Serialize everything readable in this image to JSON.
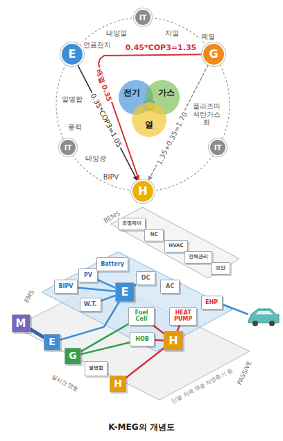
{
  "diagram": {
    "caption": "K-MEG의 개념도",
    "nodes": [
      {
        "text": [
          "E"
        ]
      },
      {
        "text": [
          "G"
        ]
      },
      {
        "text": [
          "H"
        ]
      },
      {
        "text": [
          "IT"
        ]
      },
      {
        "text": [
          "IT"
        ]
      },
      {
        "text": [
          "IT"
        ]
      },
      {
        "text": [
          "전기"
        ]
      },
      {
        "text": [
          "가스"
        ]
      },
      {
        "text": [
          "열"
        ]
      },
      {
        "text": [
          "BIPV"
        ]
      },
      {
        "text": [
          "PV"
        ]
      },
      {
        "text": [
          "Battery"
        ]
      },
      {
        "text": [
          "W.T."
        ]
      },
      {
        "text": [
          "E"
        ]
      },
      {
        "text": [
          "DC"
        ]
      },
      {
        "text": [
          "AC"
        ]
      },
      {
        "text": [
          "Fuel Cell"
        ]
      },
      {
        "text": [
          "HOB"
        ]
      },
      {
        "text": [
          "HEAT PUMP"
        ]
      },
      {
        "text": [
          "EHP"
        ]
      },
      {
        "text": [
          "H"
        ]
      },
      {
        "text": [
          "M"
        ]
      },
      {
        "text": [
          "E"
        ]
      },
      {
        "text": [
          "G"
        ]
      },
      {
        "text": [
          "열병합"
        ]
      },
      {
        "text": [
          "H"
        ]
      },
      {
        "text": [
          "조명제어"
        ]
      },
      {
        "text": [
          "NC"
        ]
      },
      {
        "text": [
          "HVAC"
        ]
      },
      {
        "text": [
          "전력관리"
        ]
      },
      {
        "text": [
          "보안"
        ]
      }
    ],
    "edges": [
      {
        "from": 0,
        "to": 2,
        "arrow": "to",
        "label": "0.35*COP3=1.05"
      },
      {
        "from": 1,
        "to": 2,
        "arrow": "to",
        "label": "0.45*COP3=1.35"
      },
      {
        "from": 1,
        "to": 2,
        "arrow": "to",
        "label": "1.35+0.35=1.70"
      },
      {
        "from": 21,
        "to": 22,
        "arrow": "none"
      },
      {
        "from": 22,
        "to": 13,
        "arrow": "none"
      },
      {
        "from": 13,
        "to": 9,
        "arrow": "none"
      },
      {
        "from": 13,
        "to": 10,
        "arrow": "none"
      },
      {
        "from": 13,
        "to": 12,
        "arrow": "none"
      },
      {
        "from": 13,
        "to": 14,
        "arrow": "none"
      },
      {
        "from": 23,
        "to": 16,
        "arrow": "none"
      },
      {
        "from": 23,
        "to": 17,
        "arrow": "none"
      },
      {
        "from": 25,
        "to": 20,
        "arrow": "none"
      },
      {
        "from": 17,
        "to": 20,
        "arrow": "none"
      },
      {
        "from": 16,
        "to": 20,
        "arrow": "none"
      },
      {
        "from": 18,
        "to": 20,
        "arrow": "none"
      }
    ],
    "labels": [
      "태양열",
      "지열",
      "연료전지",
      "폐열",
      "열병합",
      "풍력",
      "태양광",
      "BIPV",
      "플라즈마 석탄가스화",
      "배열 0.35",
      "BEMS",
      "EMS",
      "PASSIVE",
      "단열 차폐 채광 자연환기 등",
      "실시간 연동"
    ]
  }
}
